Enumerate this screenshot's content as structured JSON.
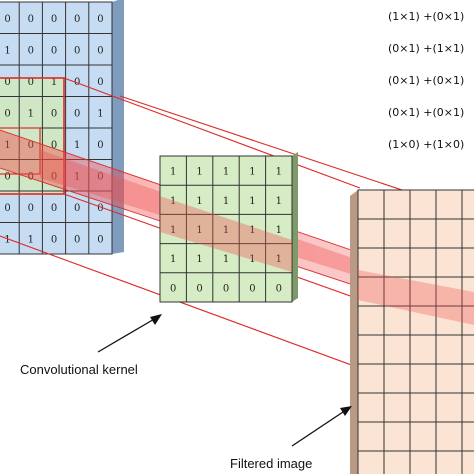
{
  "input_grid": {
    "rows": [
      [
        "0",
        "0",
        "0",
        "0",
        "0"
      ],
      [
        "1",
        "0",
        "0",
        "0",
        "0"
      ],
      [
        "0",
        "0",
        "1",
        "0",
        "0"
      ],
      [
        "0",
        "1",
        "0",
        "0",
        "1"
      ],
      [
        "1",
        "0",
        "0",
        "1",
        "0"
      ],
      [
        "0",
        "0",
        "0",
        "1",
        "0"
      ],
      [
        "0",
        "0",
        "0",
        "0",
        "0"
      ],
      [
        "1",
        "1",
        "0",
        "0",
        "0"
      ]
    ]
  },
  "kernel_grid": {
    "rows": [
      [
        "1",
        "1",
        "1",
        "1",
        "1"
      ],
      [
        "1",
        "1",
        "1",
        "1",
        "1"
      ],
      [
        "1",
        "1",
        "1",
        "1",
        "1"
      ],
      [
        "1",
        "1",
        "1",
        "1",
        "1"
      ],
      [
        "0",
        "0",
        "0",
        "0",
        "0"
      ]
    ]
  },
  "formulas": [
    "(1×1) +(0×1)",
    "(0×1) +(1×1)",
    "(0×1) +(0×1)",
    "(0×1) +(0×1)",
    "(1×0) +(1×0)"
  ],
  "labels": {
    "kernel": "Convolutional kernel",
    "filtered": "Filtered image"
  },
  "colors": {
    "input_fill": "#c5dcf3",
    "input_highlight": "#cfe8bf",
    "kernel_fill": "#d6ecc4",
    "output_fill": "#fbe4d4",
    "projection": "#f04a4a"
  }
}
